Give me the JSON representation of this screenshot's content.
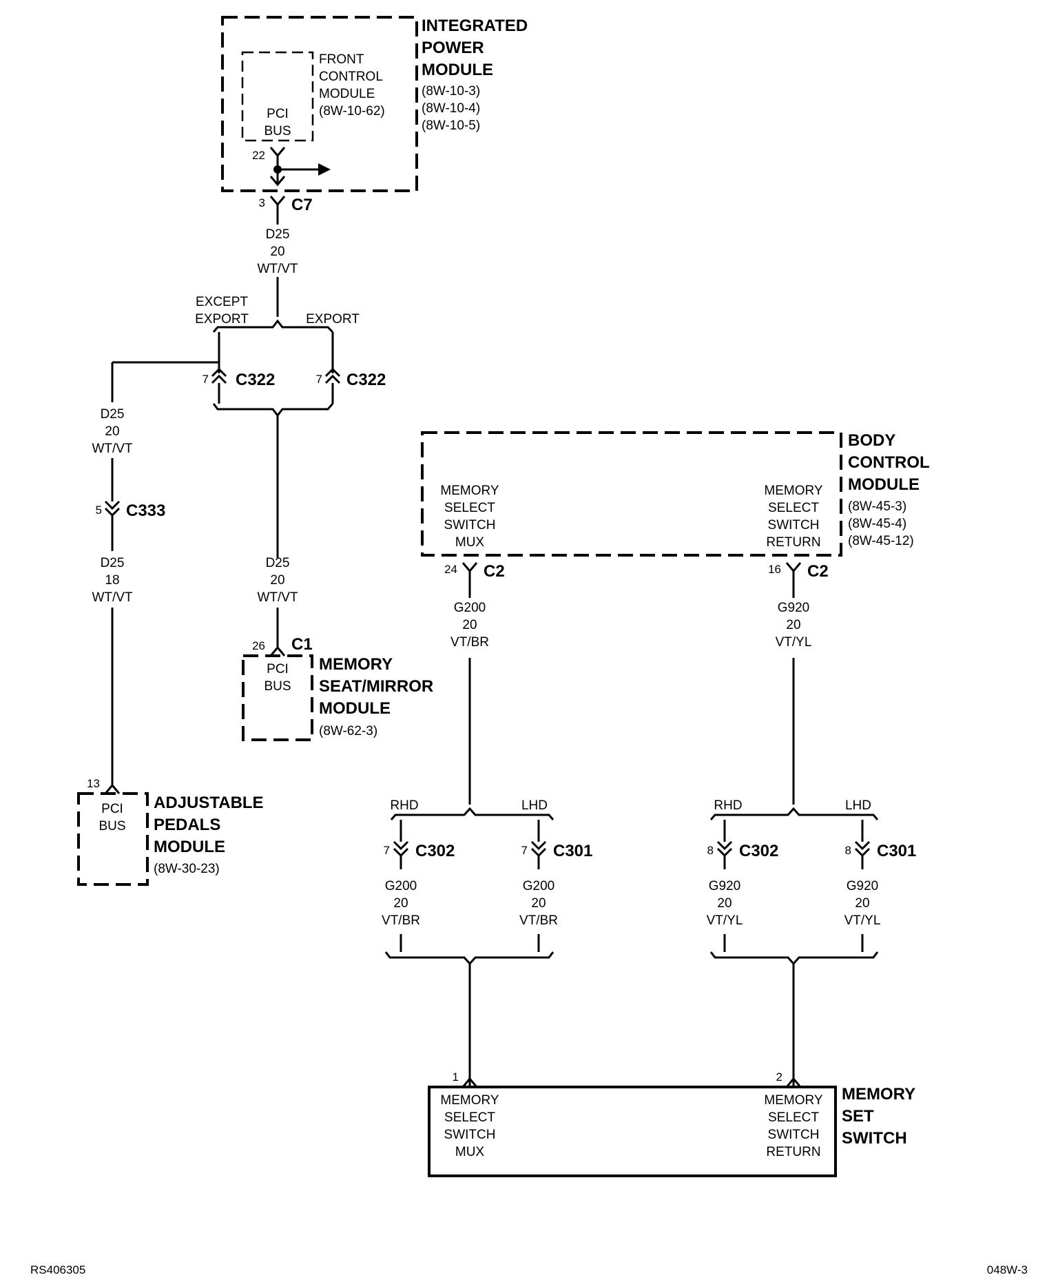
{
  "ipm": {
    "title": [
      "INTEGRATED",
      "POWER",
      "MODULE"
    ],
    "refs": [
      "(8W-10-3)",
      "(8W-10-4)",
      "(8W-10-5)"
    ],
    "fcm": [
      "FRONT",
      "CONTROL",
      "MODULE",
      "(8W-10-62)"
    ],
    "pci": [
      "PCI",
      "BUS"
    ],
    "pin": "22"
  },
  "c7": {
    "pin": "3",
    "name": "C7"
  },
  "wire_d25_top": [
    "D25",
    "20",
    "WT/VT"
  ],
  "split_export": {
    "left": [
      "EXCEPT",
      "EXPORT"
    ],
    "right": "EXPORT"
  },
  "c322_left": {
    "pin": "7",
    "name": "C322"
  },
  "c322_right": {
    "pin": "7",
    "name": "C322"
  },
  "wire_d25_left": [
    "D25",
    "20",
    "WT/VT"
  ],
  "c333": {
    "pin": "5",
    "name": "C333"
  },
  "wire_d25_left_lower": [
    "D25",
    "18",
    "WT/VT"
  ],
  "wire_d25_center": [
    "D25",
    "20",
    "WT/VT"
  ],
  "c1": {
    "pin": "26",
    "name": "C1"
  },
  "msm": {
    "pci": [
      "PCI",
      "BUS"
    ],
    "title": [
      "MEMORY",
      "SEAT/MIRROR",
      "MODULE"
    ],
    "ref": "(8W-62-3)"
  },
  "apm": {
    "pin": "13",
    "pci": [
      "PCI",
      "BUS"
    ],
    "title": [
      "ADJUSTABLE",
      "PEDALS",
      "MODULE"
    ],
    "ref": "(8W-30-23)"
  },
  "bcm": {
    "title": [
      "BODY",
      "CONTROL",
      "MODULE"
    ],
    "refs": [
      "(8W-45-3)",
      "(8W-45-4)",
      "(8W-45-12)"
    ],
    "left": [
      "MEMORY",
      "SELECT",
      "SWITCH",
      "MUX"
    ],
    "right": [
      "MEMORY",
      "SELECT",
      "SWITCH",
      "RETURN"
    ]
  },
  "c2_left": {
    "pin": "24",
    "name": "C2"
  },
  "c2_right": {
    "pin": "16",
    "name": "C2"
  },
  "wire_g200": [
    "G200",
    "20",
    "VT/BR"
  ],
  "wire_g920": [
    "G920",
    "20",
    "VT/YL"
  ],
  "split_left": {
    "a": "RHD",
    "b": "LHD"
  },
  "split_right": {
    "a": "RHD",
    "b": "LHD"
  },
  "c302_left": {
    "pin": "7",
    "name": "C302"
  },
  "c301_left": {
    "pin": "7",
    "name": "C301"
  },
  "c302_right": {
    "pin": "8",
    "name": "C302"
  },
  "c301_right": {
    "pin": "8",
    "name": "C301"
  },
  "wire_g200_a": [
    "G200",
    "20",
    "VT/BR"
  ],
  "wire_g200_b": [
    "G200",
    "20",
    "VT/BR"
  ],
  "wire_g920_a": [
    "G920",
    "20",
    "VT/YL"
  ],
  "wire_g920_b": [
    "G920",
    "20",
    "VT/YL"
  ],
  "mss": {
    "pin_left": "1",
    "pin_right": "2",
    "title": [
      "MEMORY",
      "SET",
      "SWITCH"
    ],
    "left": [
      "MEMORY",
      "SELECT",
      "SWITCH",
      "MUX"
    ],
    "right": [
      "MEMORY",
      "SELECT",
      "SWITCH",
      "RETURN"
    ]
  },
  "footer": {
    "left": "RS406305",
    "right": "048W-3"
  }
}
